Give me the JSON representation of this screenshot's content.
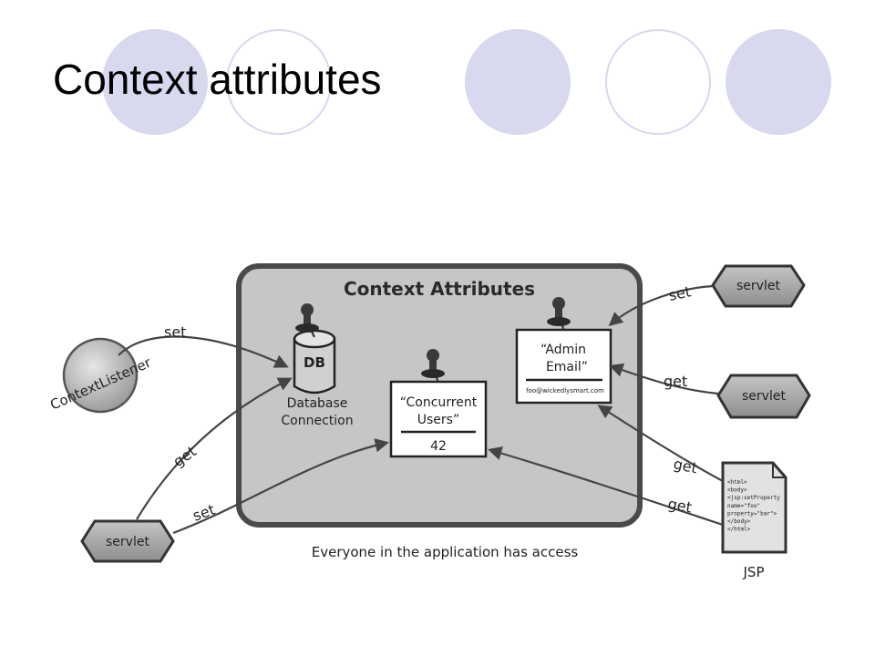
{
  "slide": {
    "title": "Context attributes",
    "decor_fill": "#d8d8ef"
  },
  "diagram": {
    "panel_title": "Context Attributes",
    "caption": "Everyone in the application has access",
    "listener_label": "ContextListener",
    "db_label": "DB",
    "db_caption_line1": "Database",
    "db_caption_line2": "Connection",
    "users_card": {
      "line1": "“Concurrent",
      "line2": "Users”",
      "value": "42"
    },
    "email_card": {
      "line1": "“Admin",
      "line2": "Email”",
      "value": "foo@wickedlysmart.com"
    },
    "servlet_label": "servlet",
    "jsp_label": "JSP",
    "jsp_code": [
      "<html>",
      "<body>",
      "<jsp:setProperty",
      "name=\"foo\"",
      "property=\"bar\">",
      "</body>",
      "</html>"
    ],
    "arrow_labels": {
      "listener_set": "set",
      "servlet_get": "get",
      "servlet_set": "set",
      "top_servlet_set": "set",
      "mid_servlet_get": "get",
      "jsp_get_1": "get",
      "jsp_get_2": "get"
    }
  }
}
